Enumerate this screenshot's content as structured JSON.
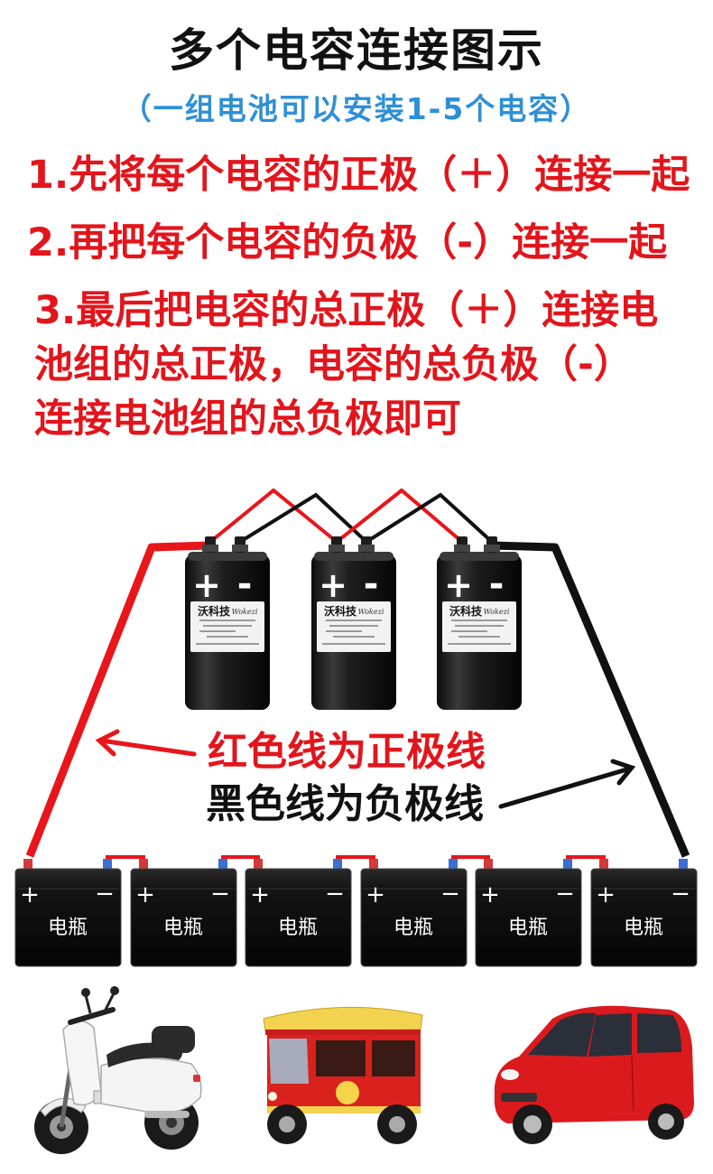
{
  "title": "多个电容连接图示",
  "subtitle": "（一组电池可以安装1-5个电容）",
  "steps": {
    "step1": "1.先将每个电容的正极（＋）连接一起",
    "step2": "2.再把每个电容的负极（-）连接一起",
    "step3_lines": [
      "3.最后把电容的总正极（＋）连接电",
      "池组的总正极，电容的总负极（-）",
      "连接电池组的总负极即可"
    ]
  },
  "legend": {
    "positive": "红色线为正极线",
    "negative": "黑色线为负极线"
  },
  "capacitors": [
    {
      "plus": "+",
      "minus": "-",
      "brand": "沃科技",
      "brand_en": "Wokezi"
    },
    {
      "plus": "+",
      "minus": "-",
      "brand": "沃科技",
      "brand_en": "Wokezi"
    },
    {
      "plus": "+",
      "minus": "-",
      "brand": "沃科技",
      "brand_en": "Wokezi"
    }
  ],
  "batteries": [
    {
      "plus": "+",
      "minus": "−",
      "label": "电瓶"
    },
    {
      "plus": "+",
      "minus": "−",
      "label": "电瓶"
    },
    {
      "plus": "+",
      "minus": "−",
      "label": "电瓶"
    },
    {
      "plus": "+",
      "minus": "−",
      "label": "电瓶"
    },
    {
      "plus": "+",
      "minus": "−",
      "label": "电瓶"
    },
    {
      "plus": "+",
      "minus": "−",
      "label": "电瓶"
    }
  ],
  "vehicles": [
    {
      "icon": "scooter-icon"
    },
    {
      "icon": "tricycle-icon"
    },
    {
      "icon": "car-icon"
    }
  ],
  "colors": {
    "title": "#111111",
    "subtitle": "#2e8fd6",
    "steps": "#e2151c",
    "positive_wire": "#e8151b",
    "negative_wire": "#111111"
  }
}
